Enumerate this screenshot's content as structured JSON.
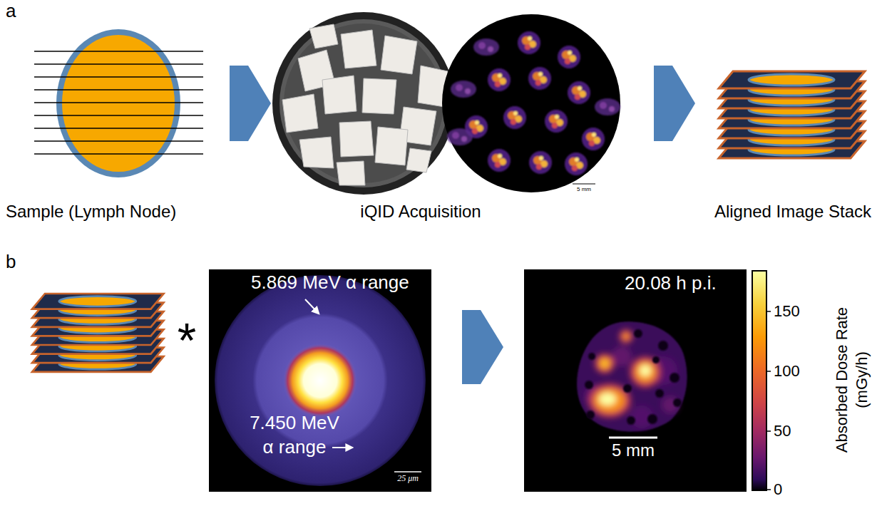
{
  "diagram": {
    "labels": [
      "a",
      "Sample (Lymph Node)",
      "5 mm",
      "iQID Acquisition",
      "Aligned Image Stack",
      "b",
      "*",
      "5.869 MeV α range",
      "7.450 MeV α range",
      "25 μm",
      "20.08 h p.i.",
      "5 mm",
      "150",
      "100",
      "50",
      "0",
      "Absorbed Dose Rate (mGy/h)"
    ]
  }
}
